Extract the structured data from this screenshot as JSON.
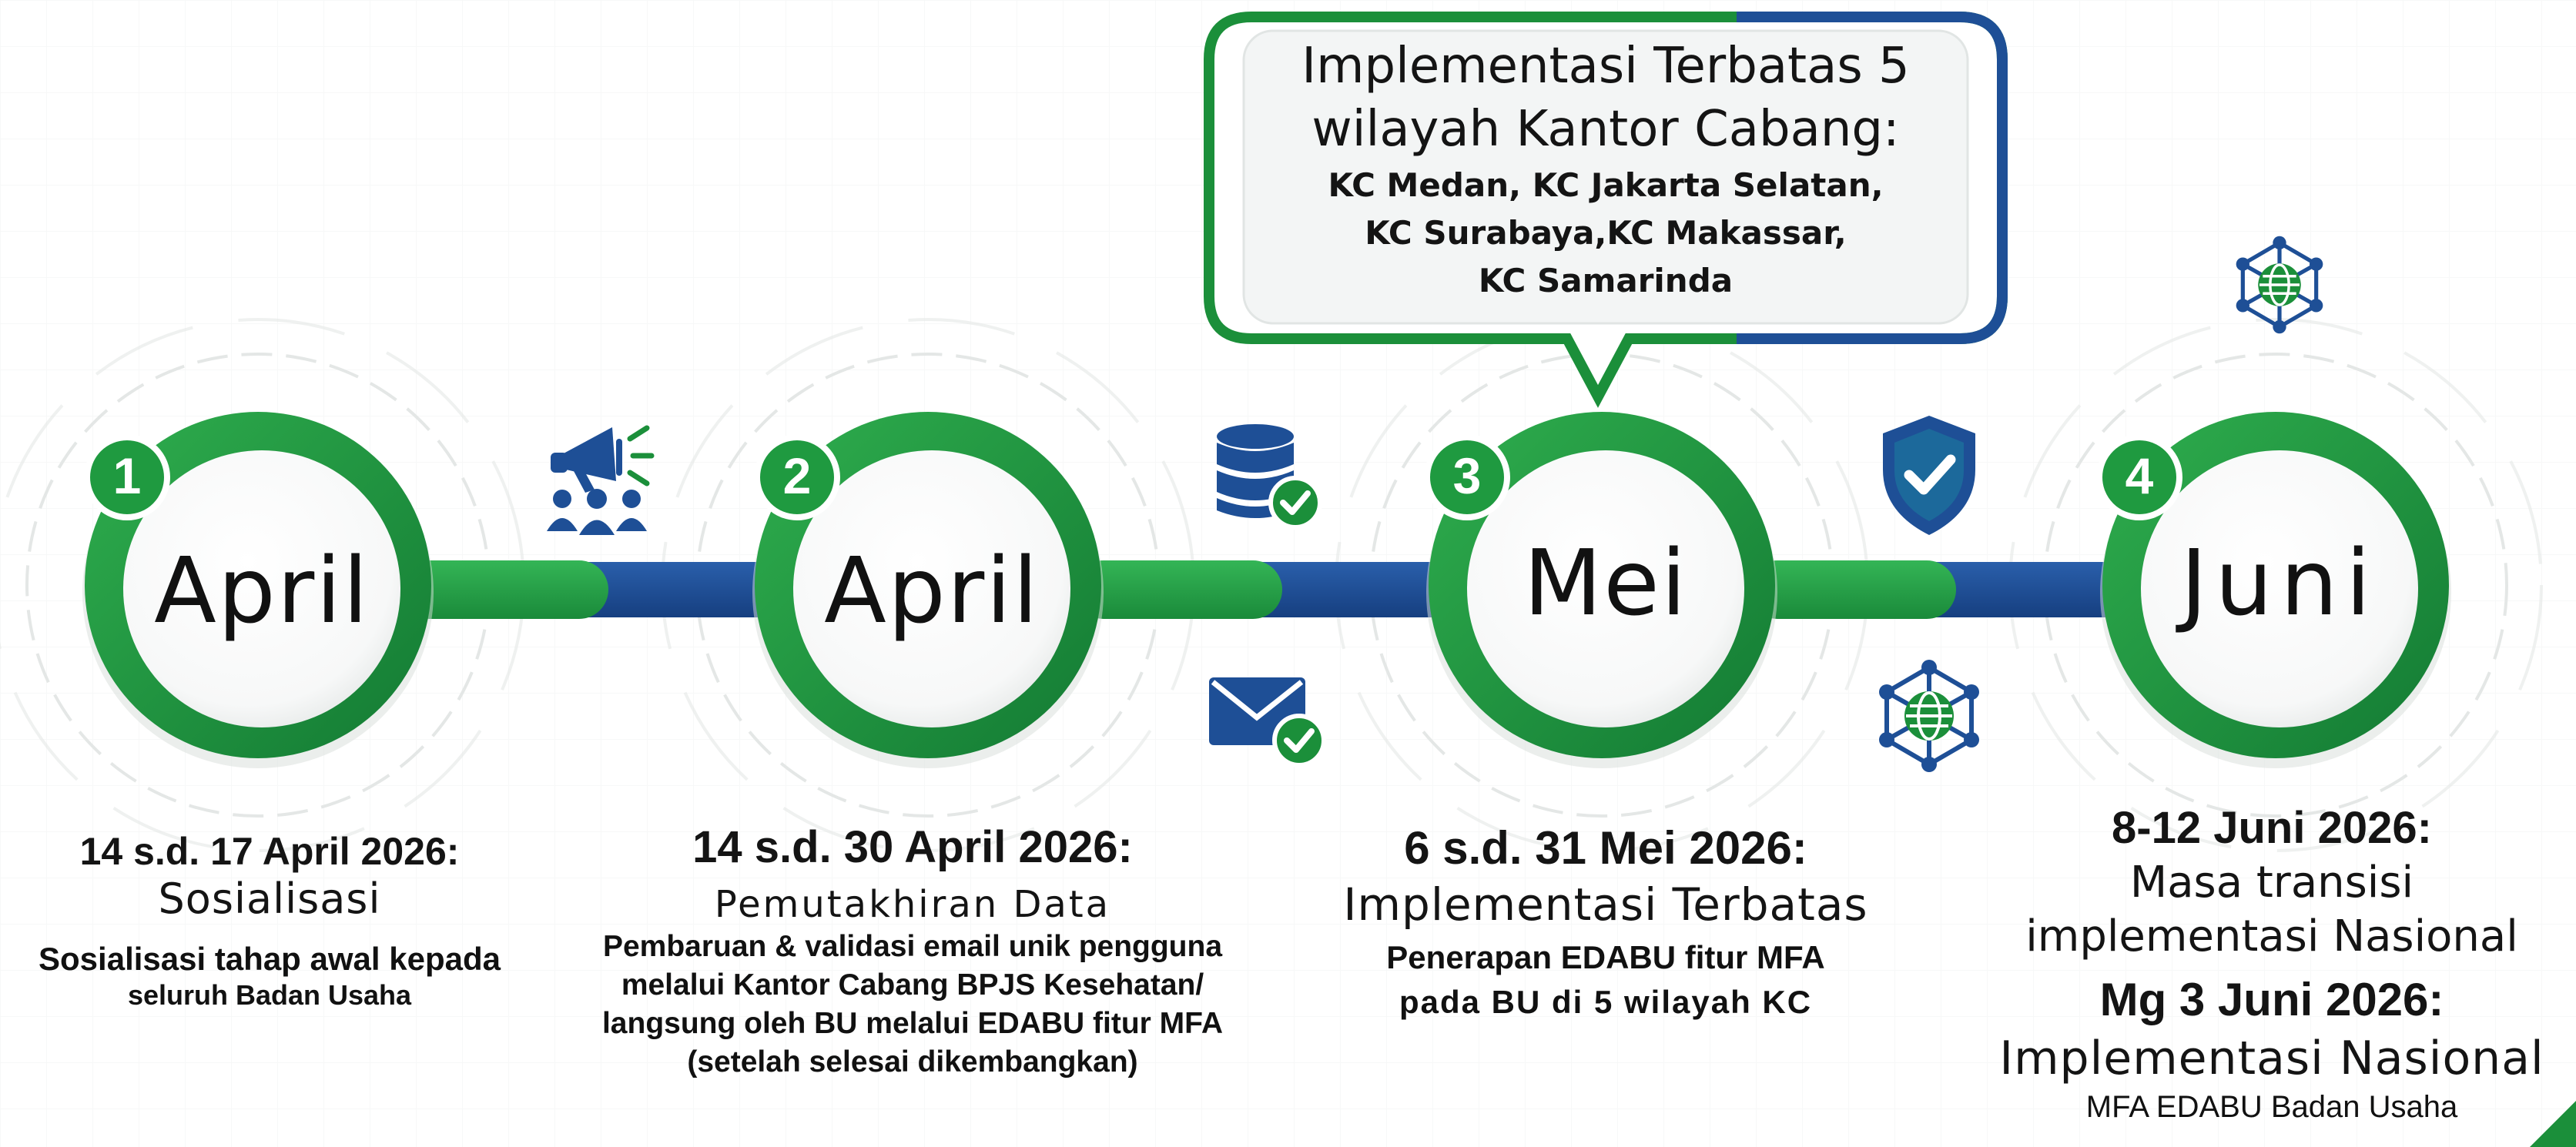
{
  "callout": {
    "title_line1": "Implementasi Terbatas 5",
    "title_line2": "wilayah Kantor Cabang:",
    "offices_line1": "KC Medan, KC Jakarta Selatan,",
    "offices_line2": "KC Surabaya,KC Makassar,",
    "offices_line3": "KC Samarinda"
  },
  "steps": [
    {
      "number": "1",
      "month": "April",
      "date": "14 s.d. 17 April 2026:",
      "title": "Sosialisasi",
      "desc_line1": "Sosialisasi tahap awal kepada",
      "desc_line2": "seluruh Badan Usaha"
    },
    {
      "number": "2",
      "month": "April",
      "date": "14 s.d. 30 April 2026:",
      "title": "Pemutakhiran Data",
      "desc_line1": "Pembaruan & validasi email unik pengguna",
      "desc_line2": "melalui Kantor Cabang BPJS Kesehatan/",
      "desc_line3": "langsung oleh BU melalui EDABU fitur MFA",
      "desc_line4": "(setelah selesai dikembangkan)"
    },
    {
      "number": "3",
      "month": "Mei",
      "date": "6 s.d. 31 Mei 2026:",
      "title": "Implementasi Terbatas",
      "desc_line1": "Penerapan EDABU fitur MFA",
      "desc_line2": "pada BU di 5 wilayah KC"
    },
    {
      "number": "4",
      "month": "Juni",
      "date": "8-12 Juni 2026:",
      "title_line1": "Masa transisi",
      "title_line2": "implementasi Nasional",
      "date2": "Mg 3 Juni 2026:",
      "title2": "Implementasi Nasional",
      "desc_line1": "MFA EDABU Badan Usaha"
    }
  ],
  "icons": [
    "megaphone-people-icon",
    "database-check-icon",
    "envelope-check-icon",
    "shield-check-icon",
    "globe-network-icon"
  ],
  "colors": {
    "green": "#1b8f3a",
    "green_light": "#2fae4e",
    "blue": "#1e4f96",
    "blue_dark": "#123b7a",
    "text": "#111111"
  }
}
